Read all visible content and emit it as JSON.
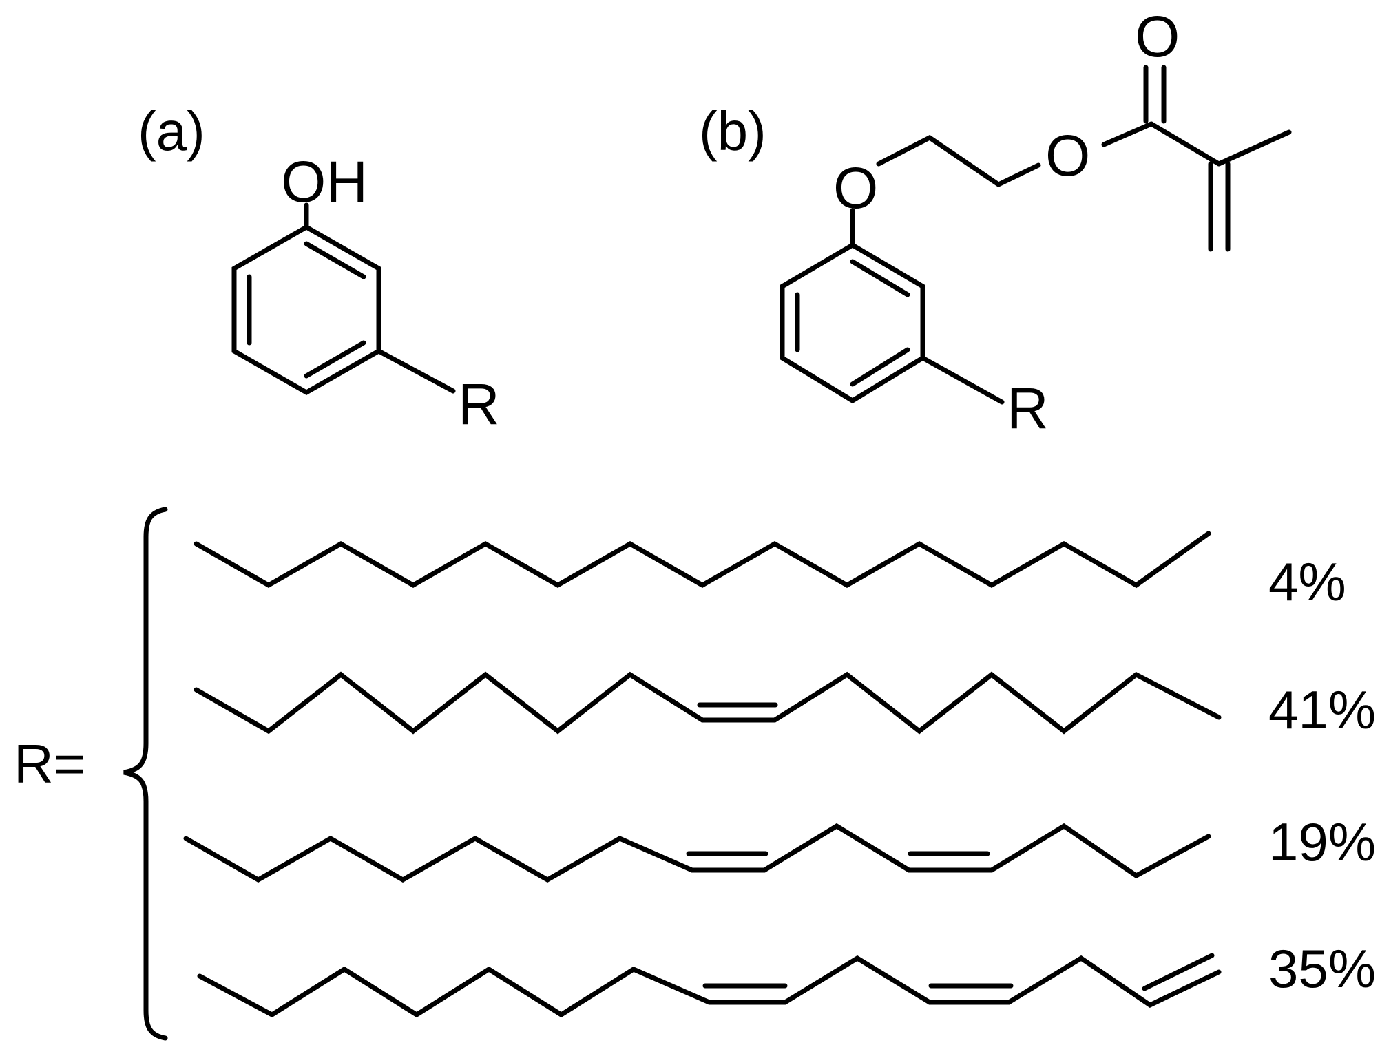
{
  "panels": {
    "a": {
      "label": "(a)",
      "oh": "OH",
      "r": "R"
    },
    "b": {
      "label": "(b)",
      "ether_o": "O",
      "ester_o": "O",
      "carbonyl_o": "O",
      "r": "R"
    }
  },
  "substituents": {
    "r_label": "R=",
    "chains": [
      {
        "description": "saturated",
        "percent": "4%"
      },
      {
        "description": "monoene",
        "percent": "41%"
      },
      {
        "description": "diene",
        "percent": "19%"
      },
      {
        "description": "triene",
        "percent": "35%"
      }
    ]
  },
  "colors": {
    "ink": "#000000",
    "background": "#ffffff"
  }
}
